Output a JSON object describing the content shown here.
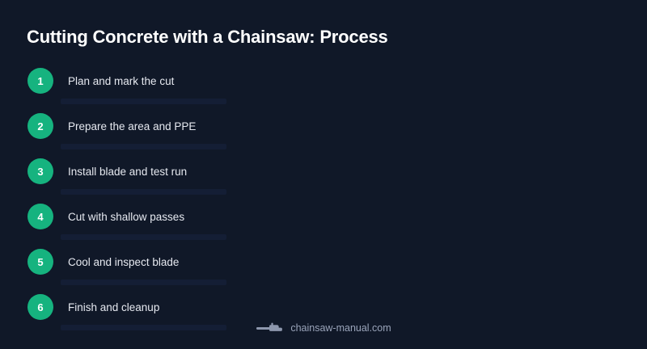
{
  "page": {
    "title": "Cutting Concrete with a Chainsaw: Process",
    "background_color": "#101828",
    "accent_color": "#16b37f"
  },
  "steps": [
    {
      "number": "1",
      "label": "Plan and mark the cut"
    },
    {
      "number": "2",
      "label": "Prepare the area and PPE"
    },
    {
      "number": "3",
      "label": "Install blade and test run"
    },
    {
      "number": "4",
      "label": "Cut with shallow passes"
    },
    {
      "number": "5",
      "label": "Cool and inspect blade"
    },
    {
      "number": "6",
      "label": "Finish and cleanup"
    }
  ],
  "footer": {
    "icon": "chainsaw-icon",
    "site": "chainsaw-manual.com"
  }
}
